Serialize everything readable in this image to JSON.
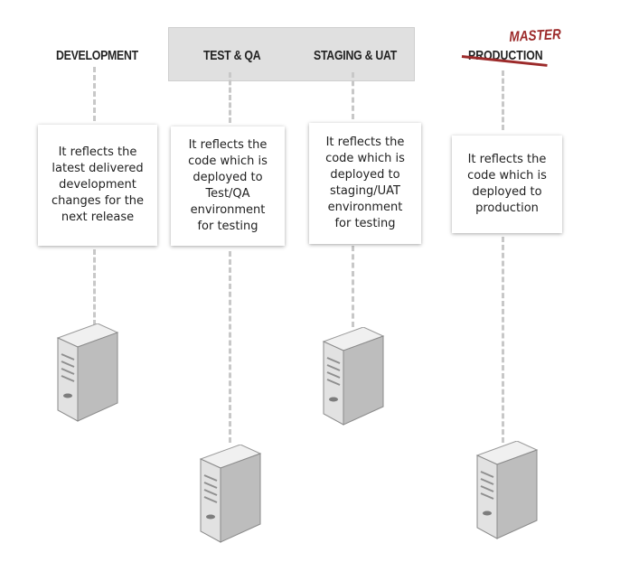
{
  "headers": {
    "development": "DEVELOPMENT",
    "test_qa": "TEST & QA",
    "staging_uat": "STAGING & UAT",
    "production": "PRODUCTION",
    "master": "MASTER"
  },
  "notes": {
    "development": "It reflects the\nlatest delivered\ndevelopment\nchanges for the\nnext release",
    "test_qa": "It reflects the\ncode which is\ndeployed to\nTest/QA\nenvironment\nfor testing",
    "staging_uat": "It reflects the\ncode which is\ndeployed to\nstaging/UAT\nenvironment\nfor testing",
    "production": "It reflects the\ncode which is\ndeployed to\nproduction"
  },
  "colors": {
    "band": "#e0e0e0",
    "dashed_line": "#c8c8c8",
    "strike_accent": "#9c2a2a",
    "server_body": "#dcdcdc"
  },
  "icons": {
    "server": "server-tower-icon"
  }
}
